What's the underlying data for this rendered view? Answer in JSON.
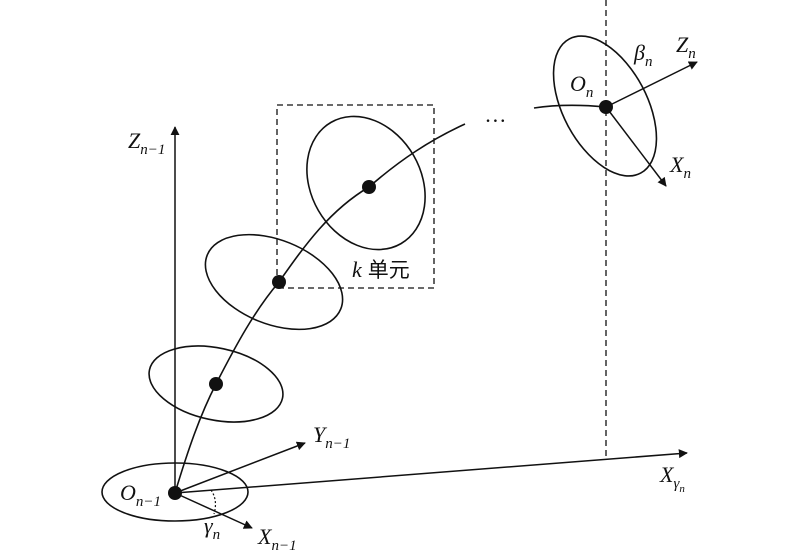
{
  "labels": {
    "z_n_minus_1": {
      "main": "Z",
      "sub": "n−1"
    },
    "y_n_minus_1": {
      "main": "Y",
      "sub": "n−1"
    },
    "x_n_minus_1": {
      "main": "X",
      "sub": "n−1"
    },
    "o_n_minus_1": {
      "main": "O",
      "sub": "n−1"
    },
    "gamma_n": {
      "main": "γ",
      "sub": "n"
    },
    "x_gamma_n": {
      "main": "X",
      "sub": "γ",
      "subsub": "n"
    },
    "o_n": {
      "main": "O",
      "sub": "n"
    },
    "beta_n": {
      "main": "β",
      "sub": "n"
    },
    "z_n": {
      "main": "Z",
      "sub": "n"
    },
    "x_n": {
      "main": "X",
      "sub": "n"
    },
    "k_unit": {
      "k": "k",
      "text": "单元"
    },
    "ellipsis": "…"
  },
  "colors": {
    "ink": "#111111",
    "background": "#ffffff"
  }
}
